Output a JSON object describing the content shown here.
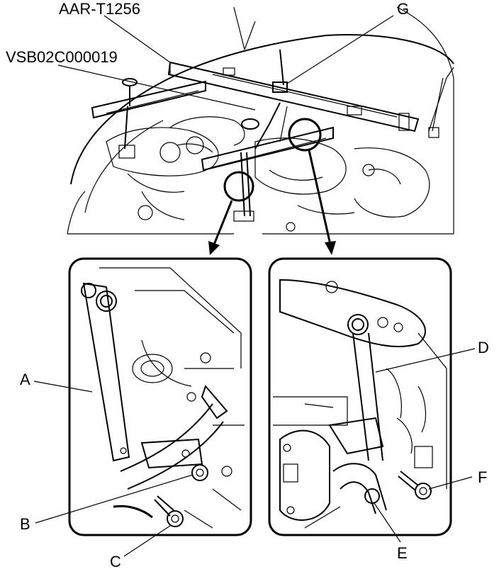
{
  "labels": {
    "tool_top": "AAR-T1256",
    "tool_side": "VSB02C000019",
    "G": "G",
    "A": "A",
    "B": "B",
    "C": "C",
    "D": "D",
    "E": "E",
    "F": "F"
  }
}
